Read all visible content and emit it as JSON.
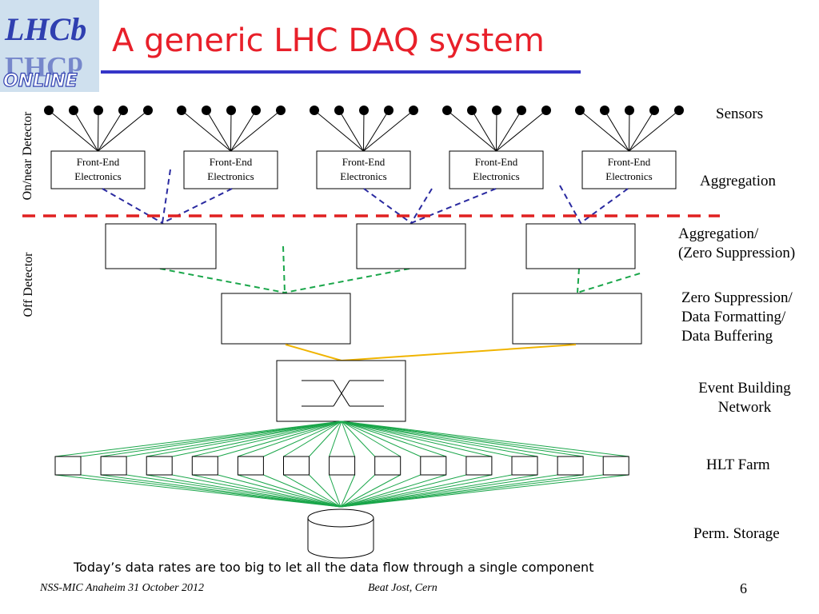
{
  "title": "A generic LHC DAQ system",
  "logo": {
    "line1": "LHCb",
    "line2": "ONLINE"
  },
  "side_labels": {
    "on_detector": "On/near Detector",
    "off_detector": "Off Detector"
  },
  "front_end_label": [
    "Front-End",
    "Electronics"
  ],
  "stages": {
    "sensors": "Sensors",
    "aggregation": "Aggregation",
    "aggregation_zs": [
      "Aggregation/",
      "(Zero Suppression)"
    ],
    "zs_format": [
      "Zero Suppression/",
      "Data Formatting/",
      "Data Buffering"
    ],
    "event_building": [
      "Event Building",
      "Network"
    ],
    "hlt_farm": "HLT Farm",
    "storage": "Perm. Storage"
  },
  "caption": "Today’s data rates are too big to let all the data flow through a single component",
  "footer": {
    "left": "NSS-MIC Anaheim 31 October 2012",
    "center": "Beat Jost, Cern",
    "page": "6"
  },
  "colors": {
    "title": "#e8202a",
    "rule": "#3535c8",
    "blue_dash": "#2a2aa0",
    "green": "#1aa64a",
    "yellow": "#f0b400",
    "boundary": "#e02020"
  }
}
